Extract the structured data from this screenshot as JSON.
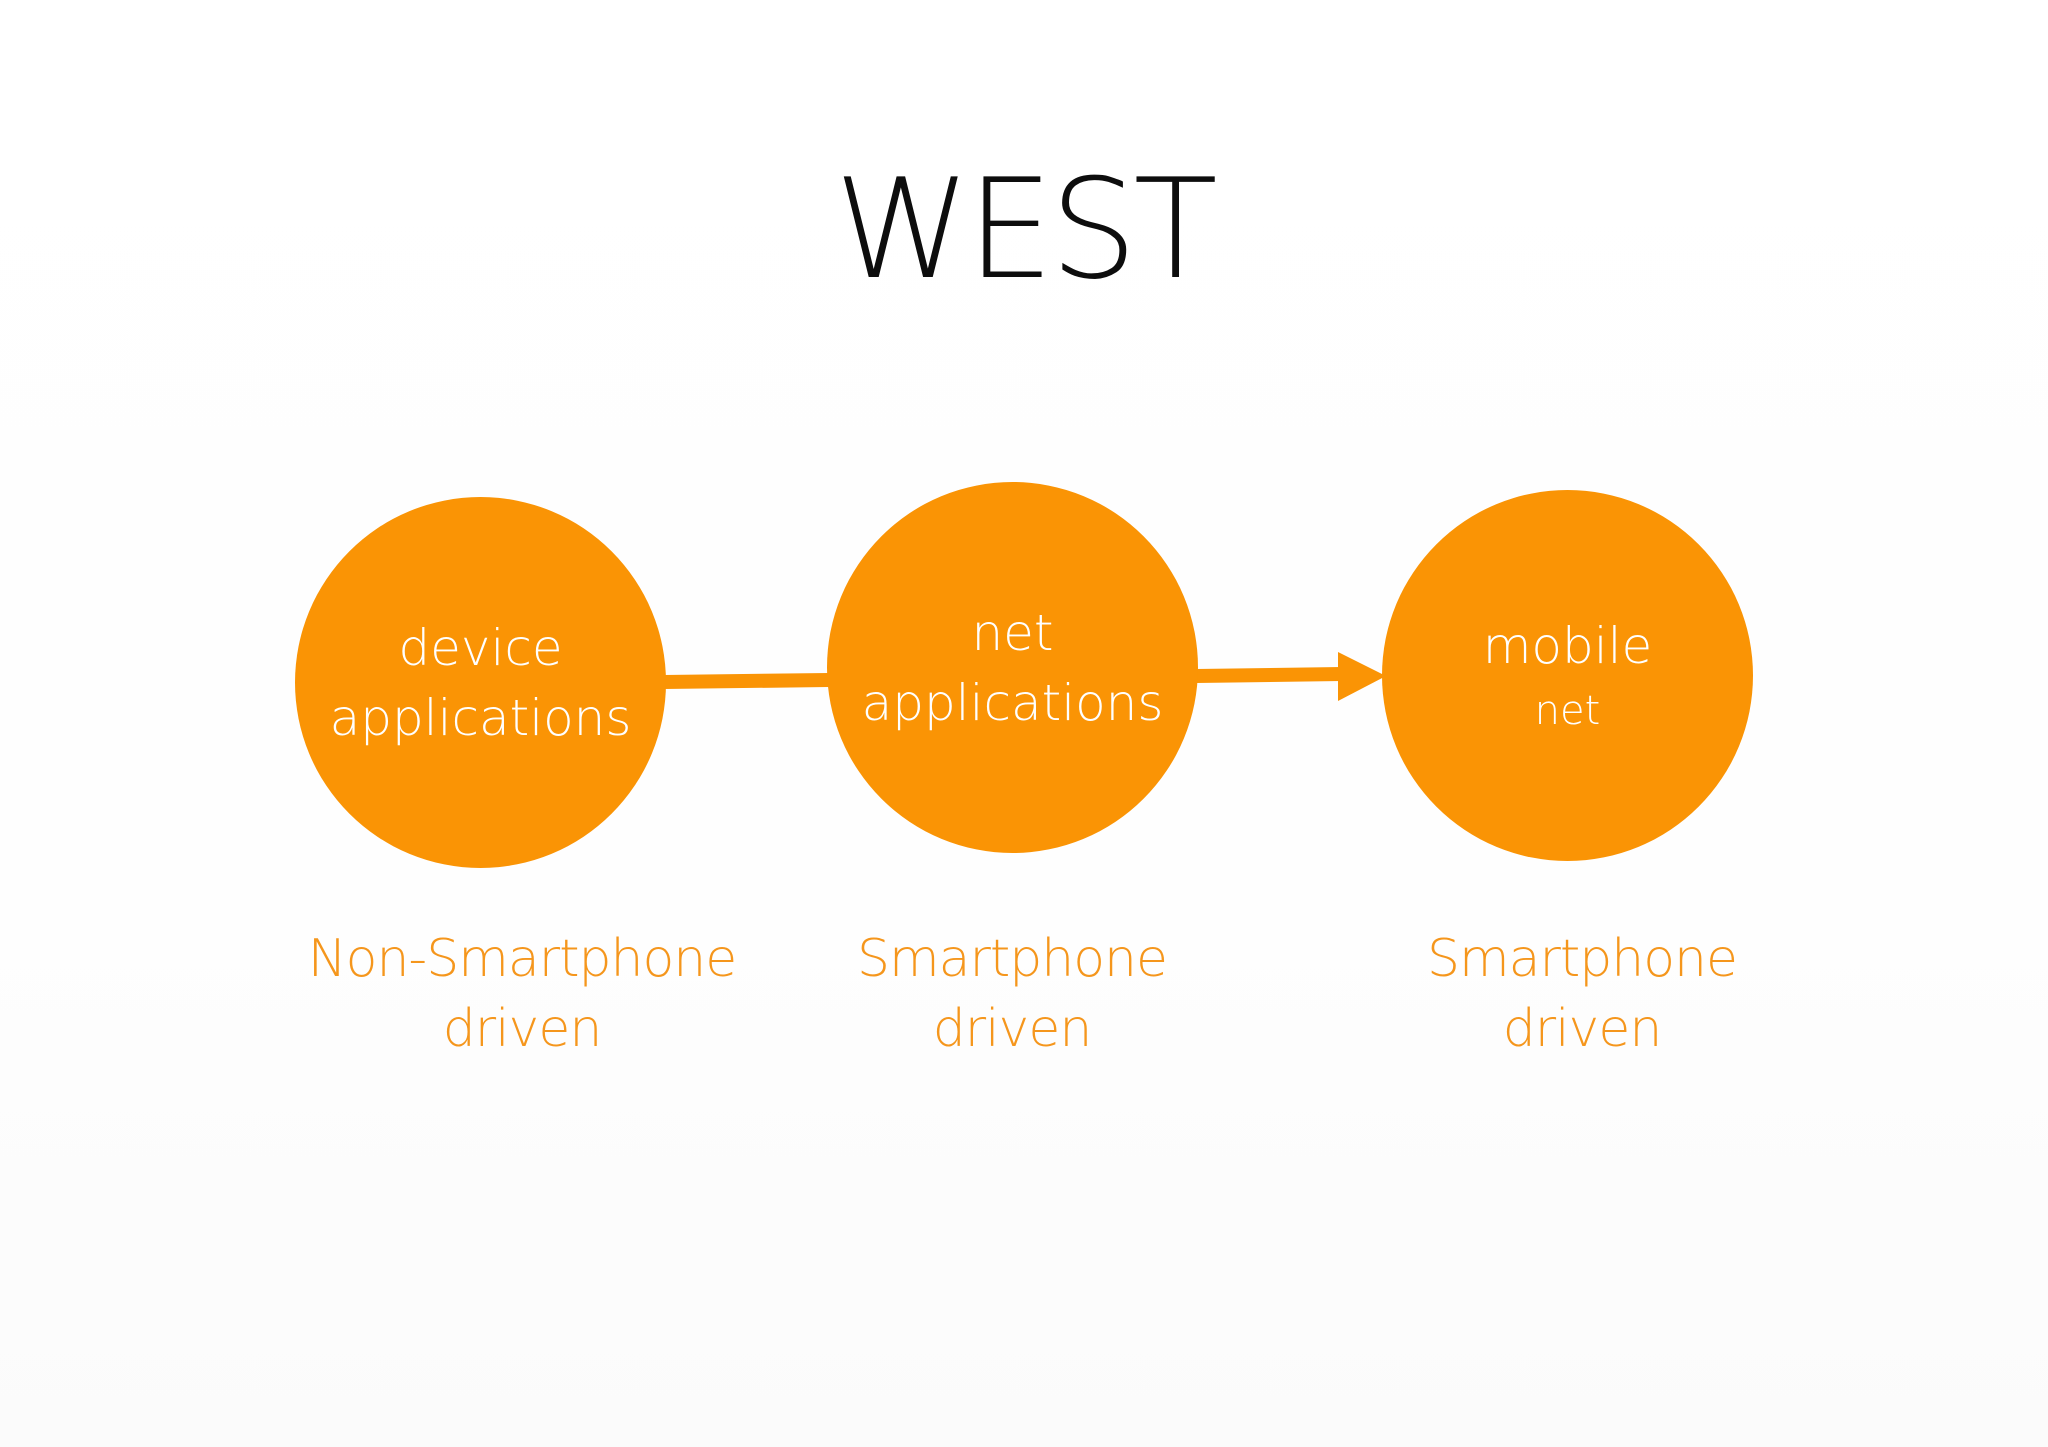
{
  "title": "WEST",
  "colors": {
    "node_fill": "#fa9405",
    "caption_text": "#f5961c",
    "node_text": "#ffffff",
    "title_text": "#0d0d0d"
  },
  "nodes": [
    {
      "line1": "device",
      "line2": "applications"
    },
    {
      "line1": "net",
      "line2": "applications"
    },
    {
      "line1": "mobile",
      "line2": "net"
    }
  ],
  "captions": [
    {
      "line1": "Non-Smartphone",
      "line2": "driven"
    },
    {
      "line1": "Smartphone",
      "line2": "driven"
    },
    {
      "line1": "Smartphone",
      "line2": "driven"
    }
  ]
}
